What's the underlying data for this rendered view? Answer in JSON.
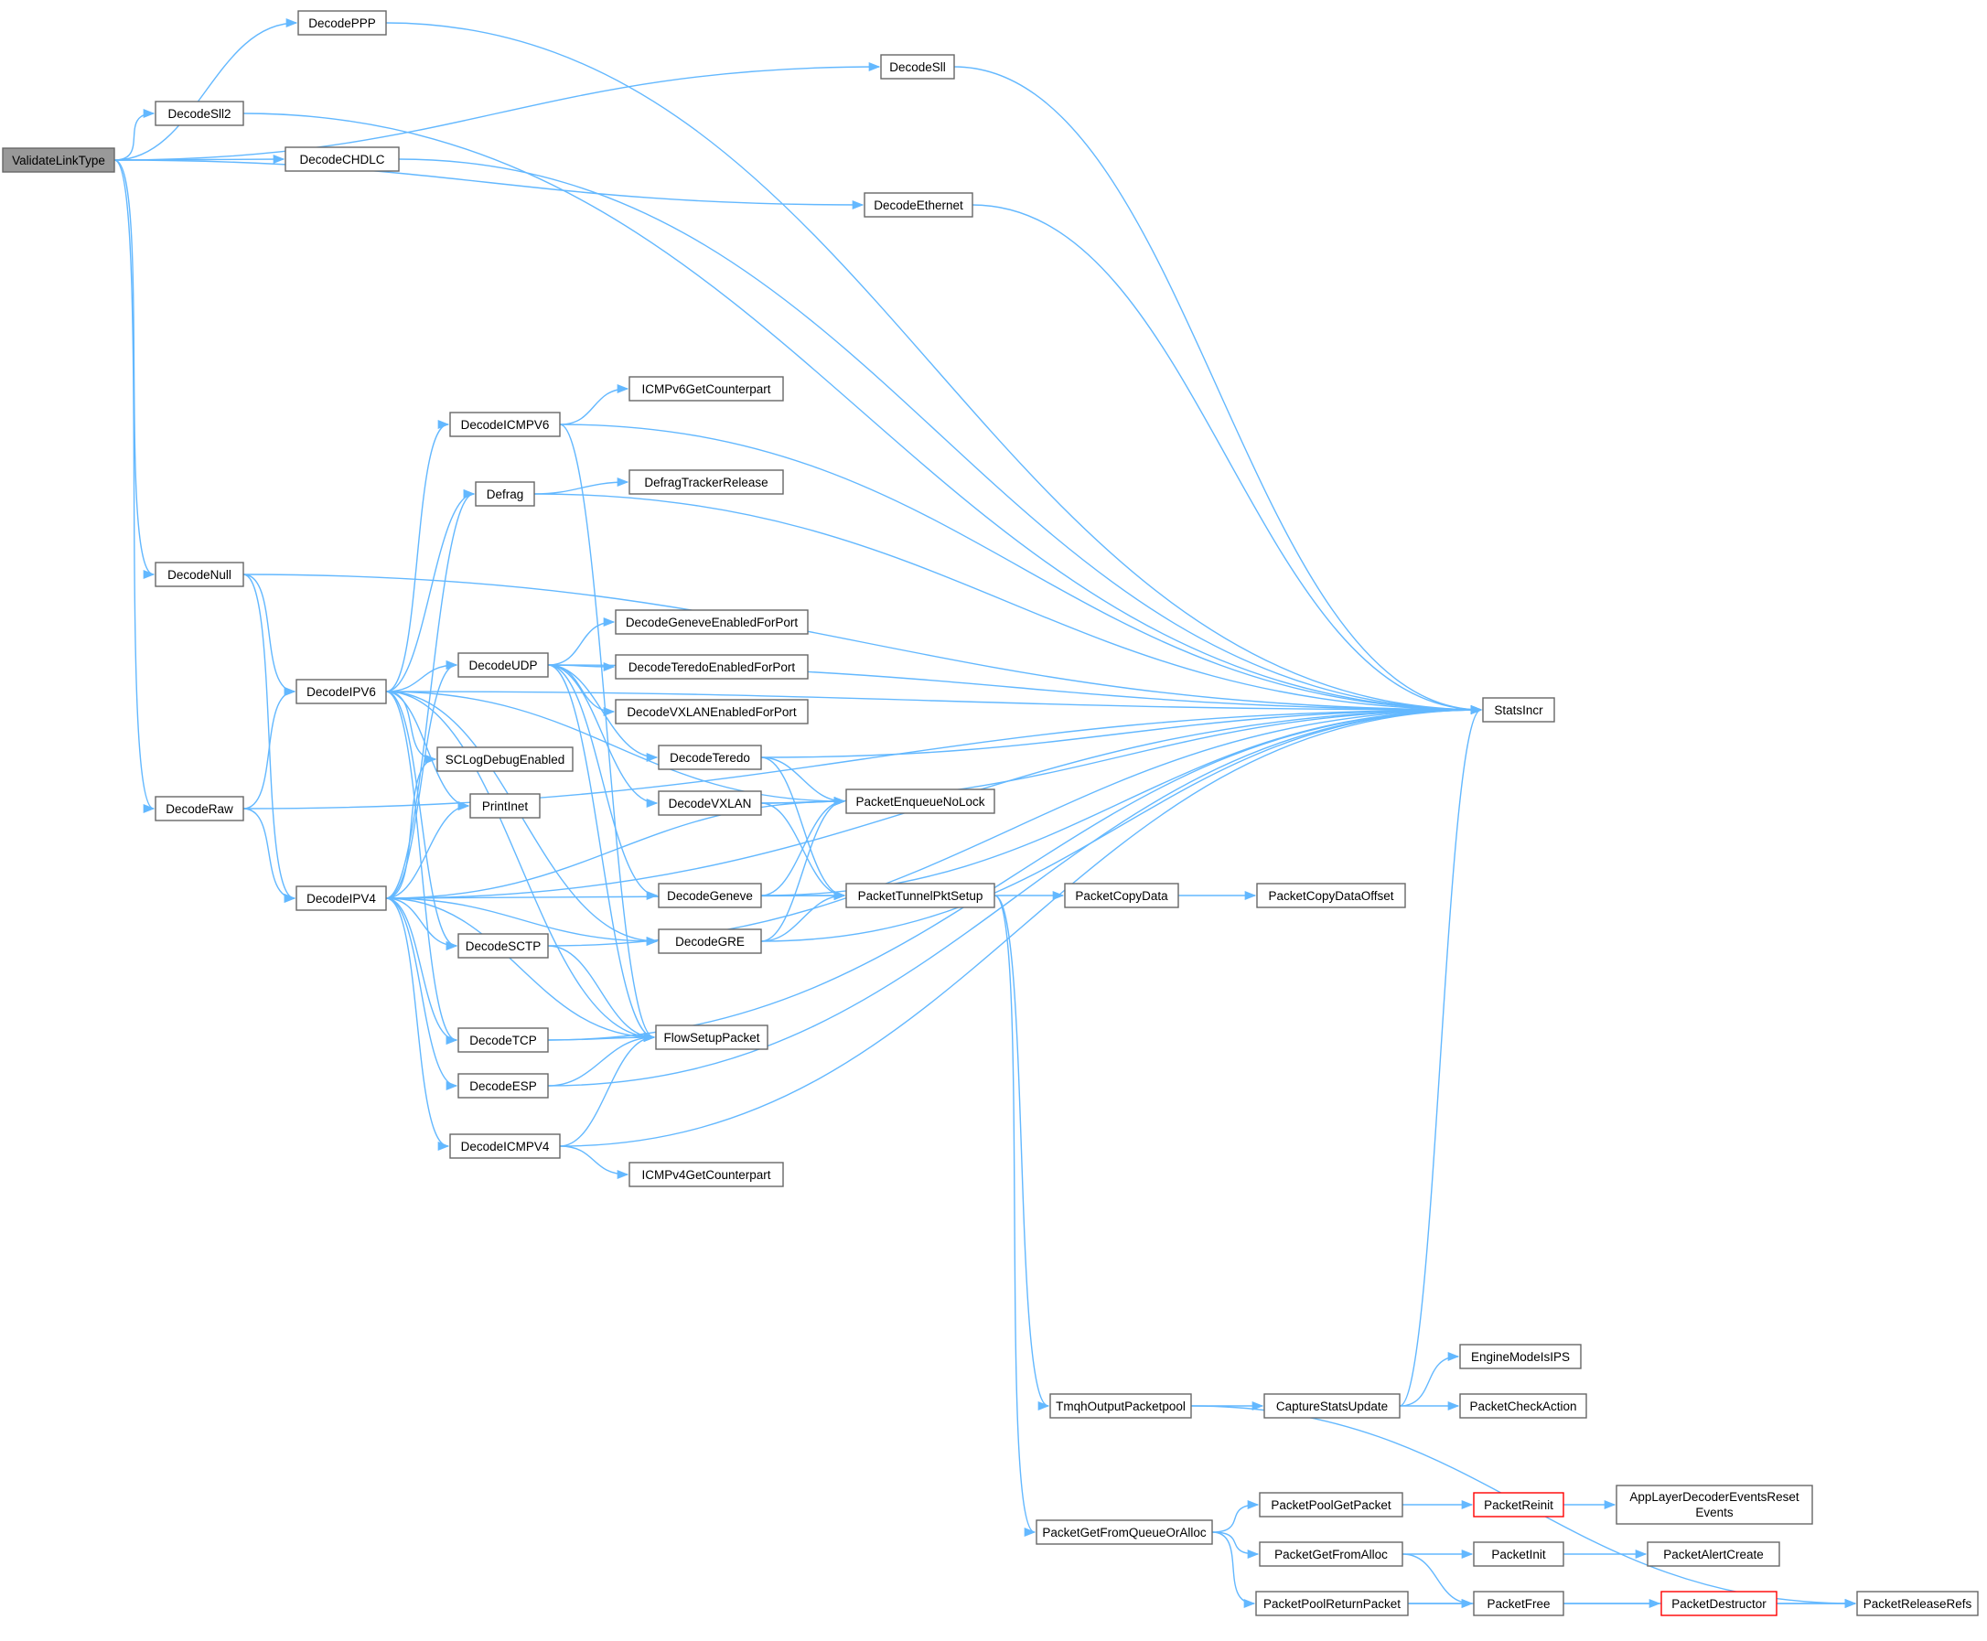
{
  "colors": {
    "edge": "#63b8ff",
    "node_border": "#666666",
    "root_fill": "#999999",
    "highlight_border": "#ff0000"
  },
  "nodes": [
    {
      "id": "ValidateLinkType",
      "label": "ValidateLinkType",
      "root": true
    },
    {
      "id": "DecodePPP",
      "label": "DecodePPP"
    },
    {
      "id": "DecodeSll",
      "label": "DecodeSll"
    },
    {
      "id": "DecodeSll2",
      "label": "DecodeSll2"
    },
    {
      "id": "DecodeCHDLC",
      "label": "DecodeCHDLC"
    },
    {
      "id": "DecodeEthernet",
      "label": "DecodeEthernet"
    },
    {
      "id": "StatsIncr",
      "label": "StatsIncr"
    },
    {
      "id": "DecodeICMPV6",
      "label": "DecodeICMPV6"
    },
    {
      "id": "ICMPv6GetCounterpart",
      "label": "ICMPv6GetCounterpart"
    },
    {
      "id": "Defrag",
      "label": "Defrag"
    },
    {
      "id": "DefragTrackerRelease",
      "label": "DefragTrackerRelease"
    },
    {
      "id": "DecodeNull",
      "label": "DecodeNull"
    },
    {
      "id": "DecodeGeneveEnabledForPort",
      "label": "DecodeGeneveEnabledForPort"
    },
    {
      "id": "DecodeUDP",
      "label": "DecodeUDP"
    },
    {
      "id": "DecodeTeredoEnabledForPort",
      "label": "DecodeTeredoEnabledForPort"
    },
    {
      "id": "DecodeIPV6",
      "label": "DecodeIPV6"
    },
    {
      "id": "DecodeVXLANEnabledForPort",
      "label": "DecodeVXLANEnabledForPort"
    },
    {
      "id": "SCLogDebugEnabled",
      "label": "SCLogDebugEnabled"
    },
    {
      "id": "DecodeTeredo",
      "label": "DecodeTeredo"
    },
    {
      "id": "PrintInet",
      "label": "PrintInet"
    },
    {
      "id": "DecodeVXLAN",
      "label": "DecodeVXLAN"
    },
    {
      "id": "PacketEnqueueNoLock",
      "label": "PacketEnqueueNoLock"
    },
    {
      "id": "DecodeRaw",
      "label": "DecodeRaw"
    },
    {
      "id": "DecodeGeneve",
      "label": "DecodeGeneve"
    },
    {
      "id": "PacketTunnelPktSetup",
      "label": "PacketTunnelPktSetup"
    },
    {
      "id": "PacketCopyData",
      "label": "PacketCopyData"
    },
    {
      "id": "PacketCopyDataOffset",
      "label": "PacketCopyDataOffset"
    },
    {
      "id": "DecodeIPV4",
      "label": "DecodeIPV4"
    },
    {
      "id": "DecodeGRE",
      "label": "DecodeGRE"
    },
    {
      "id": "DecodeSCTP",
      "label": "DecodeSCTP"
    },
    {
      "id": "FlowSetupPacket",
      "label": "FlowSetupPacket"
    },
    {
      "id": "DecodeTCP",
      "label": "DecodeTCP"
    },
    {
      "id": "DecodeESP",
      "label": "DecodeESP"
    },
    {
      "id": "DecodeICMPV4",
      "label": "DecodeICMPV4"
    },
    {
      "id": "ICMPv4GetCounterpart",
      "label": "ICMPv4GetCounterpart"
    },
    {
      "id": "EngineModeIsIPS",
      "label": "EngineModeIsIPS"
    },
    {
      "id": "TmqhOutputPacketpool",
      "label": "TmqhOutputPacketpool"
    },
    {
      "id": "CaptureStatsUpdate",
      "label": "CaptureStatsUpdate"
    },
    {
      "id": "PacketCheckAction",
      "label": "PacketCheckAction"
    },
    {
      "id": "PacketPoolGetPacket",
      "label": "PacketPoolGetPacket"
    },
    {
      "id": "PacketReinit",
      "label": "PacketReinit",
      "red": true
    },
    {
      "id": "AppLayerDecoderEventsResetEvents",
      "label": "AppLayerDecoderEventsReset",
      "label2": "Events"
    },
    {
      "id": "PacketGetFromQueueOrAlloc",
      "label": "PacketGetFromQueueOrAlloc"
    },
    {
      "id": "PacketGetFromAlloc",
      "label": "PacketGetFromAlloc"
    },
    {
      "id": "PacketInit",
      "label": "PacketInit"
    },
    {
      "id": "PacketAlertCreate",
      "label": "PacketAlertCreate"
    },
    {
      "id": "PacketPoolReturnPacket",
      "label": "PacketPoolReturnPacket"
    },
    {
      "id": "PacketFree",
      "label": "PacketFree"
    },
    {
      "id": "PacketDestructor",
      "label": "PacketDestructor",
      "red": true
    },
    {
      "id": "PacketReleaseRefs",
      "label": "PacketReleaseRefs"
    }
  ],
  "edges": [
    [
      "ValidateLinkType",
      "DecodePPP"
    ],
    [
      "ValidateLinkType",
      "DecodeSll"
    ],
    [
      "ValidateLinkType",
      "DecodeSll2"
    ],
    [
      "ValidateLinkType",
      "DecodeCHDLC"
    ],
    [
      "ValidateLinkType",
      "DecodeEthernet"
    ],
    [
      "ValidateLinkType",
      "DecodeNull"
    ],
    [
      "ValidateLinkType",
      "DecodeRaw"
    ],
    [
      "DecodePPP",
      "StatsIncr"
    ],
    [
      "DecodeSll",
      "StatsIncr"
    ],
    [
      "DecodeSll2",
      "StatsIncr"
    ],
    [
      "DecodeCHDLC",
      "StatsIncr"
    ],
    [
      "DecodeEthernet",
      "StatsIncr"
    ],
    [
      "DecodeNull",
      "StatsIncr"
    ],
    [
      "DecodeNull",
      "DecodeIPV6"
    ],
    [
      "DecodeNull",
      "DecodeIPV4"
    ],
    [
      "DecodeRaw",
      "DecodeIPV6"
    ],
    [
      "DecodeRaw",
      "DecodeIPV4"
    ],
    [
      "DecodeRaw",
      "StatsIncr"
    ],
    [
      "DecodeIPV6",
      "StatsIncr"
    ],
    [
      "DecodeIPV6",
      "DecodeICMPV6"
    ],
    [
      "DecodeIPV6",
      "Defrag"
    ],
    [
      "DecodeIPV6",
      "PacketEnqueueNoLock"
    ],
    [
      "DecodeIPV6",
      "DecodeUDP"
    ],
    [
      "DecodeIPV6",
      "SCLogDebugEnabled"
    ],
    [
      "DecodeIPV6",
      "PrintInet"
    ],
    [
      "DecodeIPV6",
      "DecodeGRE"
    ],
    [
      "DecodeIPV6",
      "DecodeSCTP"
    ],
    [
      "DecodeIPV6",
      "DecodeTCP"
    ],
    [
      "DecodeIPV6",
      "FlowSetupPacket"
    ],
    [
      "DecodeICMPV6",
      "StatsIncr"
    ],
    [
      "DecodeICMPV6",
      "ICMPv6GetCounterpart"
    ],
    [
      "DecodeICMPV6",
      "FlowSetupPacket"
    ],
    [
      "Defrag",
      "StatsIncr"
    ],
    [
      "Defrag",
      "DefragTrackerRelease"
    ],
    [
      "DecodeUDP",
      "StatsIncr"
    ],
    [
      "DecodeUDP",
      "DecodeGeneveEnabledForPort"
    ],
    [
      "DecodeUDP",
      "DecodeTeredoEnabledForPort"
    ],
    [
      "DecodeUDP",
      "DecodeVXLANEnabledForPort"
    ],
    [
      "DecodeUDP",
      "DecodeTeredo"
    ],
    [
      "DecodeUDP",
      "DecodeVXLAN"
    ],
    [
      "DecodeUDP",
      "DecodeGeneve"
    ],
    [
      "DecodeUDP",
      "FlowSetupPacket"
    ],
    [
      "DecodeTeredo",
      "StatsIncr"
    ],
    [
      "DecodeTeredo",
      "PacketEnqueueNoLock"
    ],
    [
      "DecodeTeredo",
      "PacketTunnelPktSetup"
    ],
    [
      "DecodeVXLAN",
      "StatsIncr"
    ],
    [
      "DecodeVXLAN",
      "PacketEnqueueNoLock"
    ],
    [
      "DecodeVXLAN",
      "PacketTunnelPktSetup"
    ],
    [
      "DecodeGeneve",
      "StatsIncr"
    ],
    [
      "DecodeGeneve",
      "PacketEnqueueNoLock"
    ],
    [
      "DecodeGeneve",
      "PacketTunnelPktSetup"
    ],
    [
      "DecodeGRE",
      "StatsIncr"
    ],
    [
      "DecodeGRE",
      "PacketEnqueueNoLock"
    ],
    [
      "DecodeGRE",
      "PacketTunnelPktSetup"
    ],
    [
      "PacketTunnelPktSetup",
      "PacketCopyData"
    ],
    [
      "PacketTunnelPktSetup",
      "TmqhOutputPacketpool"
    ],
    [
      "PacketTunnelPktSetup",
      "PacketGetFromQueueOrAlloc"
    ],
    [
      "PacketCopyData",
      "PacketCopyDataOffset"
    ],
    [
      "DecodeIPV4",
      "StatsIncr"
    ],
    [
      "DecodeIPV4",
      "Defrag"
    ],
    [
      "DecodeIPV4",
      "DecodeUDP"
    ],
    [
      "DecodeIPV4",
      "SCLogDebugEnabled"
    ],
    [
      "DecodeIPV4",
      "PrintInet"
    ],
    [
      "DecodeIPV4",
      "PacketEnqueueNoLock"
    ],
    [
      "DecodeIPV4",
      "DecodeGRE"
    ],
    [
      "DecodeIPV4",
      "DecodeSCTP"
    ],
    [
      "DecodeIPV4",
      "FlowSetupPacket"
    ],
    [
      "DecodeIPV4",
      "DecodeTCP"
    ],
    [
      "DecodeIPV4",
      "DecodeESP"
    ],
    [
      "DecodeIPV4",
      "DecodeICMPV4"
    ],
    [
      "DecodeIPV4",
      "PacketTunnelPktSetup"
    ],
    [
      "DecodeSCTP",
      "FlowSetupPacket"
    ],
    [
      "DecodeSCTP",
      "StatsIncr"
    ],
    [
      "DecodeTCP",
      "FlowSetupPacket"
    ],
    [
      "DecodeTCP",
      "StatsIncr"
    ],
    [
      "DecodeESP",
      "FlowSetupPacket"
    ],
    [
      "DecodeESP",
      "StatsIncr"
    ],
    [
      "DecodeICMPV4",
      "FlowSetupPacket"
    ],
    [
      "DecodeICMPV4",
      "ICMPv4GetCounterpart"
    ],
    [
      "DecodeICMPV4",
      "StatsIncr"
    ],
    [
      "TmqhOutputPacketpool",
      "CaptureStatsUpdate"
    ],
    [
      "TmqhOutputPacketpool",
      "PacketReleaseRefs"
    ],
    [
      "CaptureStatsUpdate",
      "StatsIncr"
    ],
    [
      "CaptureStatsUpdate",
      "EngineModeIsIPS"
    ],
    [
      "CaptureStatsUpdate",
      "PacketCheckAction"
    ],
    [
      "PacketGetFromQueueOrAlloc",
      "PacketPoolGetPacket"
    ],
    [
      "PacketGetFromQueueOrAlloc",
      "PacketGetFromAlloc"
    ],
    [
      "PacketGetFromQueueOrAlloc",
      "PacketPoolReturnPacket"
    ],
    [
      "PacketPoolGetPacket",
      "PacketReinit"
    ],
    [
      "PacketReinit",
      "AppLayerDecoderEventsResetEvents"
    ],
    [
      "PacketGetFromAlloc",
      "PacketInit"
    ],
    [
      "PacketGetFromAlloc",
      "PacketFree"
    ],
    [
      "PacketInit",
      "PacketAlertCreate"
    ],
    [
      "PacketPoolReturnPacket",
      "PacketFree"
    ],
    [
      "PacketPoolReturnPacket",
      "PacketReleaseRefs"
    ],
    [
      "PacketFree",
      "PacketDestructor"
    ],
    [
      "PacketDestructor",
      "PacketReleaseRefs"
    ]
  ]
}
